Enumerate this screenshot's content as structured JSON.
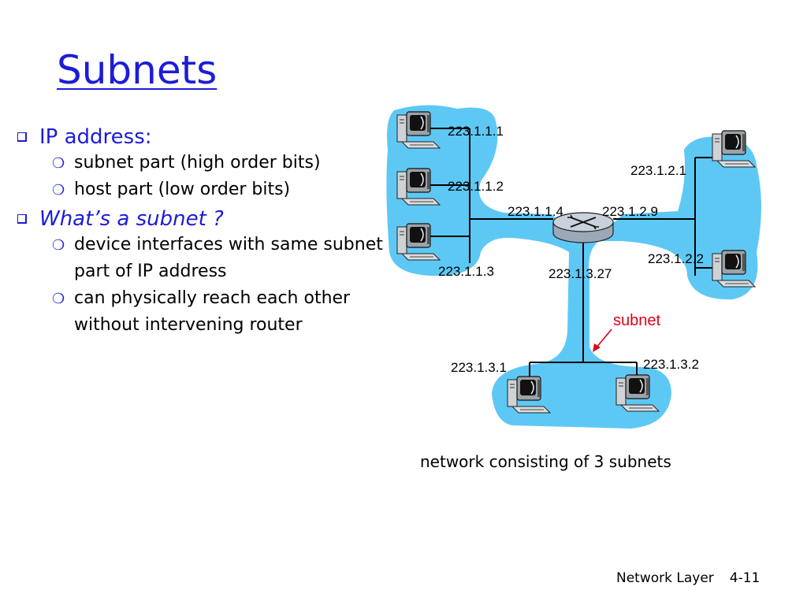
{
  "slide": {
    "title": "Subnets",
    "bullets": [
      {
        "text": "IP address:",
        "sub": [
          "subnet part (high order bits)",
          "host part (low order bits)"
        ]
      },
      {
        "text": "What’s a subnet ?",
        "sub": [
          "device interfaces with same subnet part of IP address",
          "can physically reach each other without intervening router"
        ]
      }
    ],
    "sub_lines": {
      "b2_0": "device interfaces with same subnet",
      "b2_0b": "part of IP address",
      "b2_1": "can physically reach each other",
      "b2_1b": "without intervening router"
    },
    "footer": {
      "section": "Network Layer",
      "page": "4-11"
    }
  },
  "diagram": {
    "labels": {
      "h111": "223.1.1.1",
      "h112": "223.1.1.2",
      "h113": "223.1.1.3",
      "r114": "223.1.1.4",
      "r129": "223.1.2.9",
      "h121": "223.1.2.1",
      "h122": "223.1.2.2",
      "r1327": "223.1.3.27",
      "h131": "223.1.3.1",
      "h132": "223.1.3.2",
      "subnet": "subnet"
    },
    "caption": "network consisting of 3 subnets",
    "colors": {
      "cloud": "#5ec8f5",
      "title": "#1c1cd8",
      "subnet_label": "#e0001a"
    }
  }
}
